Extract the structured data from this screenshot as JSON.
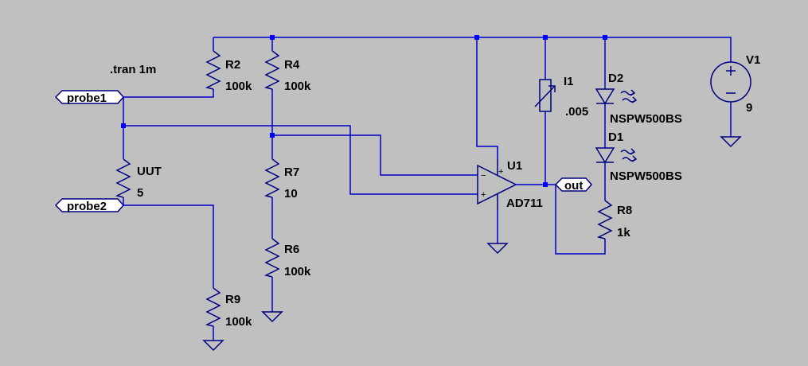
{
  "directive": ".tran 1m",
  "components": {
    "R2": {
      "name": "R2",
      "value": "100k"
    },
    "R4": {
      "name": "R4",
      "value": "100k"
    },
    "R7": {
      "name": "R7",
      "value": "10"
    },
    "R6": {
      "name": "R6",
      "value": "100k"
    },
    "R9": {
      "name": "R9",
      "value": "100k"
    },
    "R8": {
      "name": "R8",
      "value": "1k"
    },
    "UUT": {
      "name": "UUT",
      "value": "5"
    },
    "U1": {
      "name": "U1",
      "value": "AD711",
      "pin_minus": "−",
      "pin_plus": "+"
    },
    "I1": {
      "name": "I1",
      "value": ".005"
    },
    "D2": {
      "name": "D2",
      "value": "NSPW500BS"
    },
    "D1": {
      "name": "D1",
      "value": "NSPW500BS"
    },
    "V1": {
      "name": "V1",
      "value": "9"
    }
  },
  "net_labels": {
    "probe1": "probe1",
    "probe2": "probe2",
    "out": "out"
  }
}
